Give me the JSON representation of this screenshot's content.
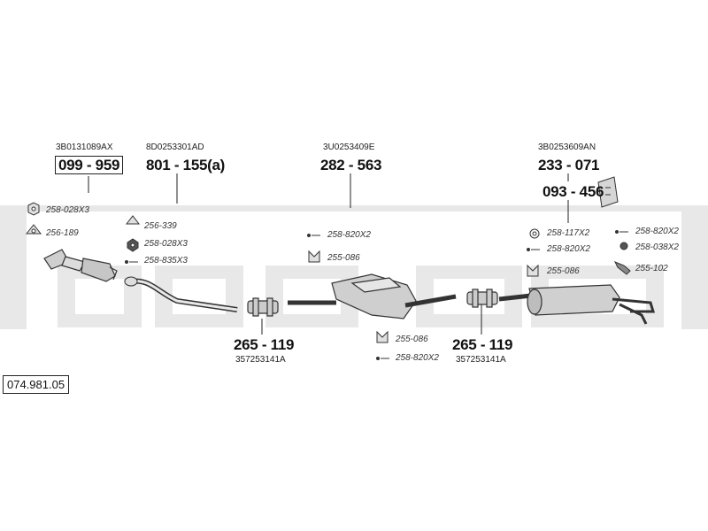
{
  "diagram": {
    "reference_number": "074.981.05",
    "parts": [
      {
        "oe": "3B0131089AX",
        "number": "099 - 959"
      },
      {
        "oe": "8D0253301AD",
        "number": "801 - 155(a)"
      },
      {
        "oe": "3U0253409E",
        "number": "282 - 563"
      },
      {
        "oe": "3B0253609AN",
        "number": "233 - 071"
      },
      {
        "oe": "",
        "number": "093 - 456"
      },
      {
        "oe": "357253141A",
        "number": "265 - 119"
      },
      {
        "oe": "357253141A",
        "number": "265 - 119"
      }
    ],
    "accessories": [
      "258-028X3",
      "256-189",
      "256-339",
      "258-028X3",
      "258-835X3",
      "258-820X2",
      "255-086",
      "255-086",
      "258-820X2",
      "258-117X2",
      "258-820X2",
      "255-086",
      "258-820X2",
      "258-038X2",
      "255-102"
    ],
    "colors": {
      "line": "#222222",
      "watermark": "#e6e6e6",
      "part_fill": "#d9d9d9"
    }
  }
}
